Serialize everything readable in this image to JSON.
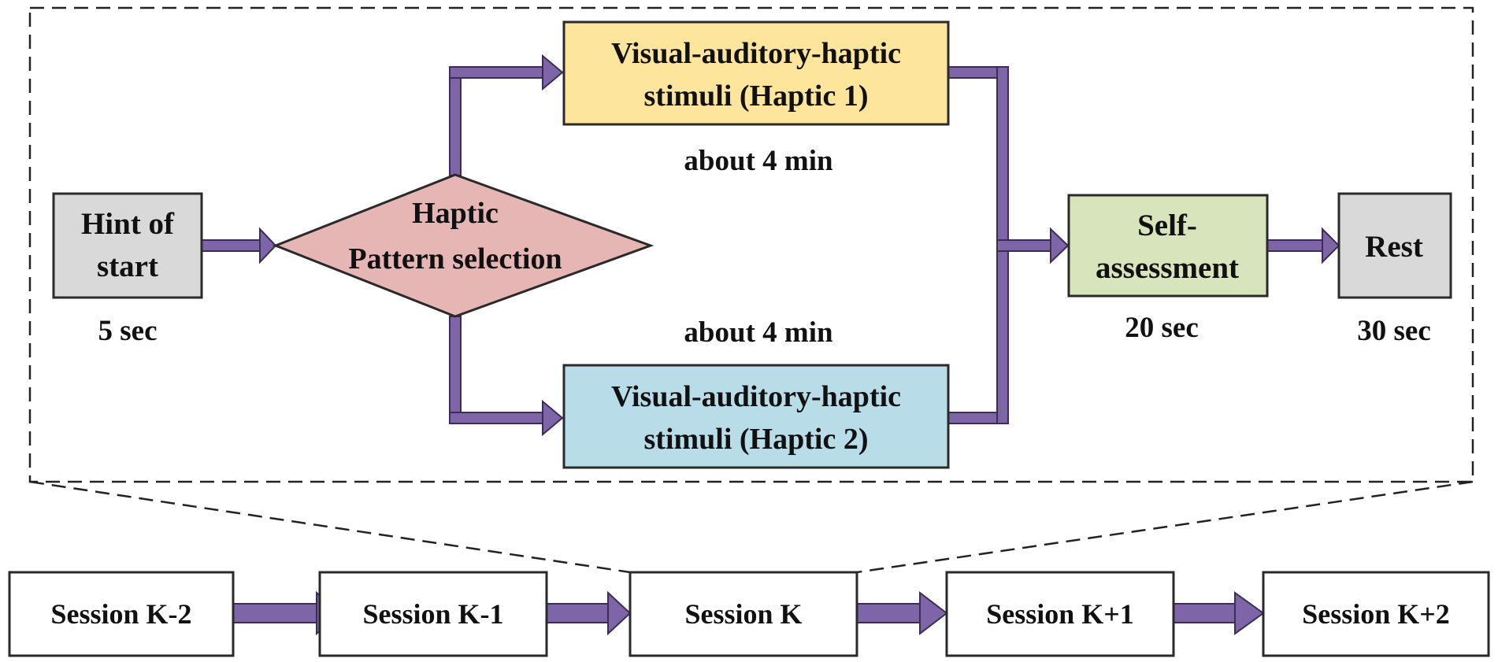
{
  "colors": {
    "arrow": "#7e65a8",
    "arrow_outline": "#3b2d55",
    "hint_box": "#d9d9d9",
    "diamond": "#e6b6b5",
    "haptic1_box": "#fde59b",
    "haptic2_box": "#b9dde8",
    "self_assessment_box": "#d8e5bc",
    "rest_box": "#d9d9d9",
    "session_box": "#ffffff"
  },
  "nodes": {
    "hint_of_start": {
      "line1": "Hint of",
      "line2": "start",
      "duration": "5 sec"
    },
    "pattern_selection": {
      "line1": "Haptic",
      "line2": "Pattern selection"
    },
    "stimuli_haptic1": {
      "line1": "Visual-auditory-haptic",
      "line2": "stimuli (Haptic 1)",
      "duration": "about 4 min"
    },
    "stimuli_haptic2": {
      "line1": "Visual-auditory-haptic",
      "line2": "stimuli (Haptic 2)",
      "duration": "about 4 min"
    },
    "self_assessment": {
      "line1": "Self-",
      "line2": "assessment",
      "duration": "20 sec"
    },
    "rest": {
      "label": "Rest",
      "duration": "30 sec"
    }
  },
  "sessions": [
    "Session K-2",
    "Session K-1",
    "Session K",
    "Session K+1",
    "Session K+2"
  ]
}
